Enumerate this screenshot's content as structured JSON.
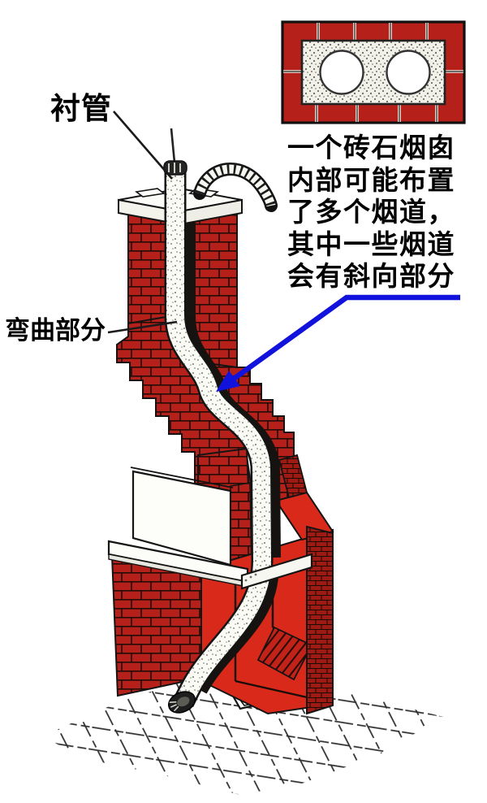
{
  "illustration": {
    "title_context": "chimney-reline-diagram",
    "labels": {
      "liner": "衬管",
      "bend": "弯曲部分"
    },
    "annotation": {
      "lines": [
        "一个砖石烟囱",
        "内部可能布置",
        "了多个烟道，",
        "其中一些烟道",
        "会有斜向部分"
      ]
    },
    "inset": {
      "description_name": "chimney-cross-section",
      "flue_holes": 2
    },
    "colors": {
      "background": "#ffffff",
      "text": "#000000",
      "brick_red": "#b5211a",
      "bright_red": "#d8291b",
      "dark_brick": "#9e1b14",
      "arrow_blue": "#1212dd",
      "outline": "#141414",
      "liner_white": "#fbfbf6",
      "stipple_gray": "#8d8d83",
      "concrete": "#f1f1e9",
      "floor_line": "#2f2f2f"
    }
  }
}
